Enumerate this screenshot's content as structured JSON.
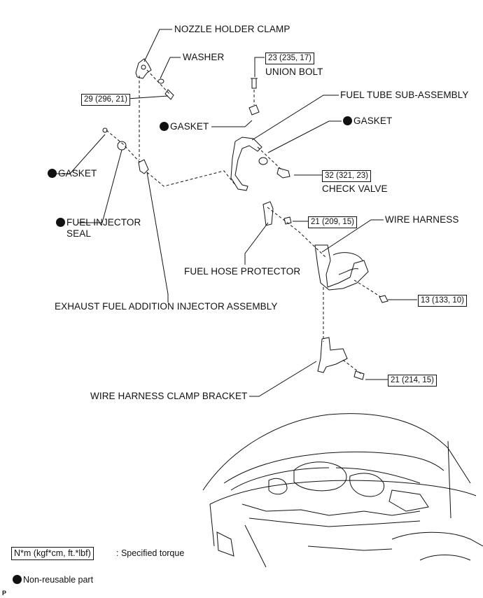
{
  "labels": {
    "nozzle_holder_clamp": "NOZZLE HOLDER CLAMP",
    "washer": "WASHER",
    "union_bolt": "UNION BOLT",
    "fuel_tube_sub_assembly": "FUEL TUBE SUB-ASSEMBLY",
    "gasket_1": "GASKET",
    "gasket_2": "GASKET",
    "gasket_3": "GASKET",
    "check_valve": "CHECK VALVE",
    "fuel_injector_seal_line1": "FUEL INJECTOR",
    "fuel_injector_seal_line2": "SEAL",
    "wire_harness": "WIRE HARNESS",
    "fuel_hose_protector": "FUEL HOSE PROTECTOR",
    "exhaust_fuel_addition_injector_assembly": "EXHAUST FUEL ADDITION INJECTOR ASSEMBLY",
    "wire_harness_clamp_bracket": "WIRE HARNESS CLAMP BRACKET"
  },
  "torques": {
    "union_bolt": "23 (235, 17)",
    "nozzle_holder_clamp": "29 (296, 21)",
    "check_valve": "32 (321, 23)",
    "fuel_hose_protector": "21 (209, 15)",
    "wire_harness": "13 (133, 10)",
    "wire_harness_clamp_bracket": "21 (214, 15)"
  },
  "legend": {
    "torque_unit": "N*m (kgf*cm, ft.*lbf)",
    "torque_text": ": Specified torque",
    "non_reusable_text": "Non-reusable part"
  },
  "figure_code": "P"
}
